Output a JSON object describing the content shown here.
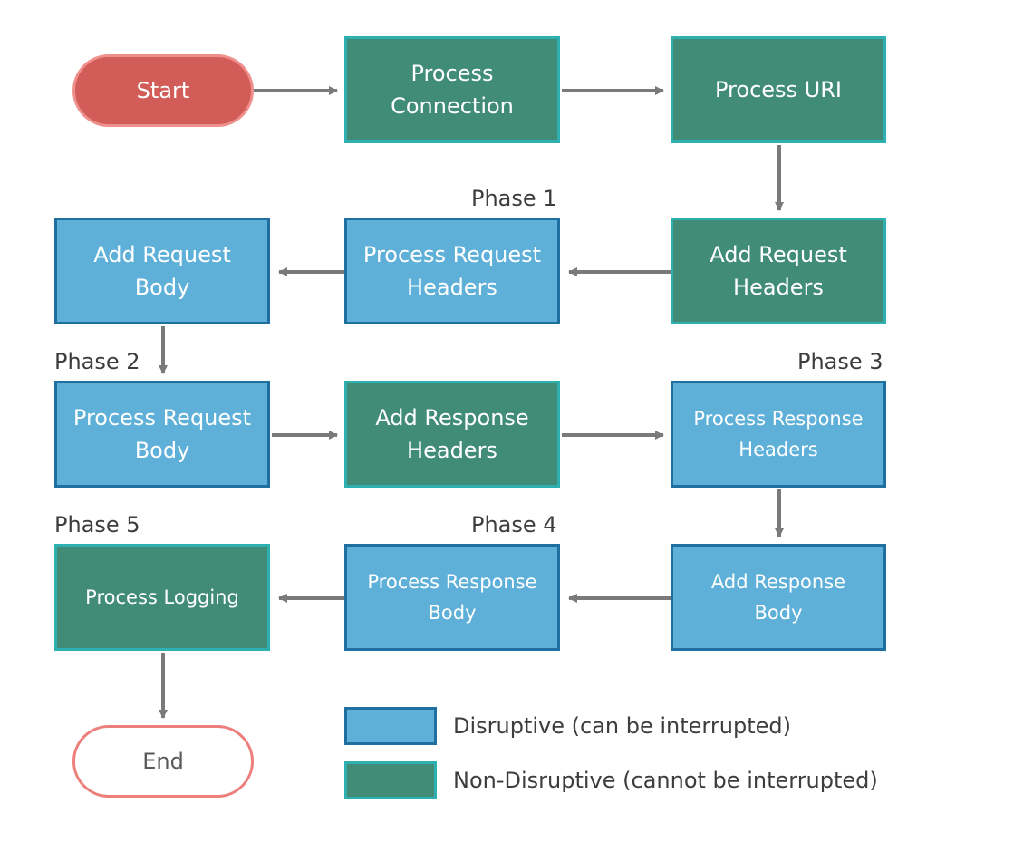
{
  "nodes": {
    "start": "Start",
    "process_connection": "Process\nConnection",
    "process_uri": "Process URI",
    "add_request_headers": "Add Request\nHeaders",
    "process_request_headers": "Process Request\nHeaders",
    "add_request_body": "Add Request\nBody",
    "process_request_body": "Process Request\nBody",
    "add_response_headers": "Add Response\nHeaders",
    "process_response_headers": "Process Response\nHeaders",
    "add_response_body": "Add Response\nBody",
    "process_response_body": "Process Response\nBody",
    "process_logging": "Process Logging",
    "end": "End"
  },
  "phases": {
    "phase1": "Phase 1",
    "phase2": "Phase 2",
    "phase3": "Phase 3",
    "phase4": "Phase 4",
    "phase5": "Phase 5"
  },
  "legend": {
    "disruptive": "Disruptive (can be interrupted)",
    "non_disruptive": "Non-Disruptive (cannot be interrupted)"
  },
  "colors": {
    "disruptive_fill": "#5eb0d8",
    "disruptive_border": "#1f6fa1",
    "non_disruptive_fill": "#418c77",
    "non_disruptive_border": "#2fb0b0",
    "terminal_fill": "#d25c58",
    "arrow": "#7a7a7a"
  }
}
